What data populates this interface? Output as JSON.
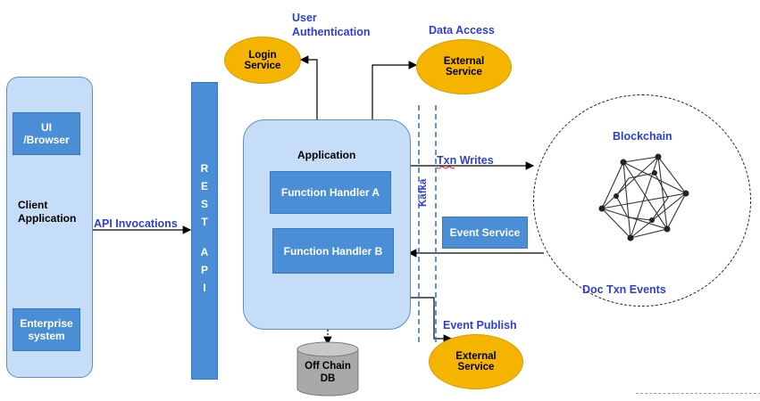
{
  "labels": {
    "user_auth_1": "User",
    "user_auth_2": "Authentication",
    "data_access": "Data Access",
    "api_invocations": "API Invocations",
    "txn_writes": "Txn Writes",
    "doc_txn_events": "Doc Txn Events",
    "event_publish": "Event Publish",
    "kafka": "Kafka",
    "blockchain": "Blockchain"
  },
  "client": {
    "ui_1": "UI",
    "ui_2": "/Browser",
    "title_1": "Client",
    "title_2": "Application",
    "enterprise_1": "Enterprise",
    "enterprise_2": "system"
  },
  "rest_api": {
    "rest": [
      "R",
      "E",
      "S",
      "T"
    ],
    "api": [
      "A",
      "P",
      "I"
    ]
  },
  "application": {
    "title": "Application",
    "handler_a": "Function Handler A",
    "handler_b": "Function Handler B"
  },
  "services": {
    "login_1": "Login",
    "login_2": "Service",
    "external_top_1": "External",
    "external_top_2": "Service",
    "external_bottom_1": "External",
    "external_bottom_2": "Service",
    "event_service": "Event Service"
  },
  "db": {
    "line1": "Off Chain",
    "line2": "DB"
  },
  "colors": {
    "panel_fill": "#c5ddf6",
    "box_blue": "#4a8fd6",
    "service_yellow": "#f4b400",
    "label_blue": "#2b3fd6"
  }
}
